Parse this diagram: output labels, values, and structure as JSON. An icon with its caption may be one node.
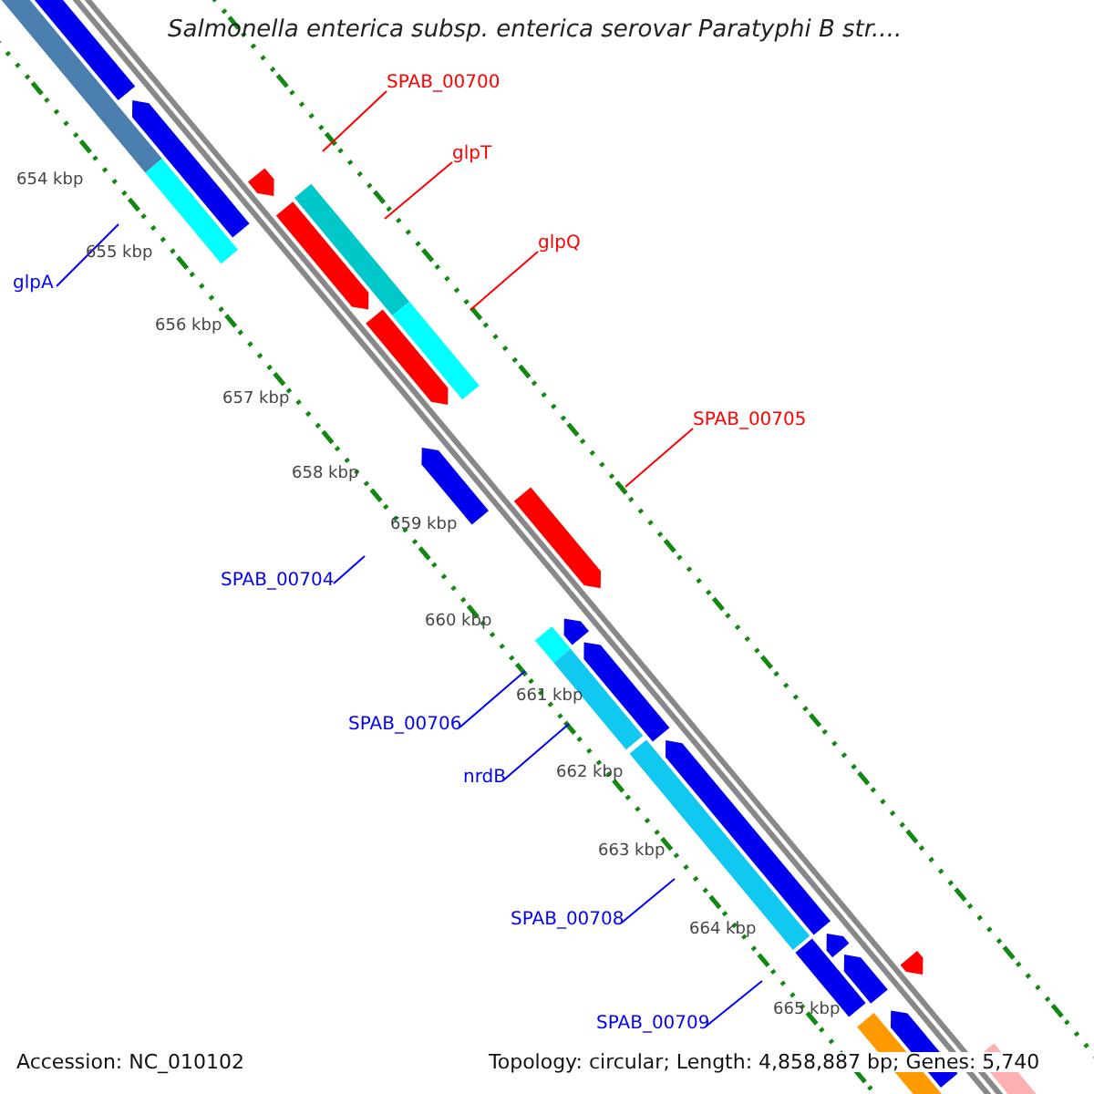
{
  "diagram": {
    "title": "Salmonella enterica subsp. enterica serovar Paratyphi B str....",
    "nodes": [
      {
        "text": [
          "SPAB_00700"
        ]
      },
      {
        "text": [
          "glpT"
        ]
      },
      {
        "text": [
          "glpQ"
        ]
      },
      {
        "text": [
          "SPAB_00705"
        ]
      },
      {
        "text": [
          "glpA"
        ]
      },
      {
        "text": [
          "SPAB_00704"
        ]
      },
      {
        "text": [
          "SPAB_00706"
        ]
      },
      {
        "text": [
          "nrdB"
        ]
      },
      {
        "text": [
          "SPAB_00708"
        ]
      },
      {
        "text": [
          "SPAB_00709"
        ]
      }
    ],
    "edges": [
      {
        "from": 0,
        "to": null,
        "arrow": "none",
        "color": "#ff0000"
      },
      {
        "from": 1,
        "to": null,
        "arrow": "none",
        "color": "#ff0000"
      },
      {
        "from": 2,
        "to": null,
        "arrow": "none",
        "color": "#ff0000"
      },
      {
        "from": 3,
        "to": null,
        "arrow": "none",
        "color": "#ff0000"
      },
      {
        "from": 4,
        "to": null,
        "arrow": "none",
        "color": "#0000ff"
      },
      {
        "from": 5,
        "to": null,
        "arrow": "none",
        "color": "#0000ff"
      },
      {
        "from": 6,
        "to": null,
        "arrow": "none",
        "color": "#0000ff"
      },
      {
        "from": 7,
        "to": null,
        "arrow": "none",
        "color": "#0000ff"
      },
      {
        "from": 8,
        "to": null,
        "arrow": "none",
        "color": "#0000ff"
      },
      {
        "from": 9,
        "to": null,
        "arrow": "none",
        "color": "#0000ff"
      }
    ],
    "labels": [
      "654 kbp",
      "655 kbp",
      "656 kbp",
      "657 kbp",
      "658 kbp",
      "659 kbp",
      "660 kbp",
      "661 kbp",
      "662 kbp",
      "663 kbp",
      "664 kbp",
      "665 kbp",
      "Accession: NC_010102",
      "Topology: circular; Length: 4,858,887 bp; Genes: 5,740"
    ]
  }
}
